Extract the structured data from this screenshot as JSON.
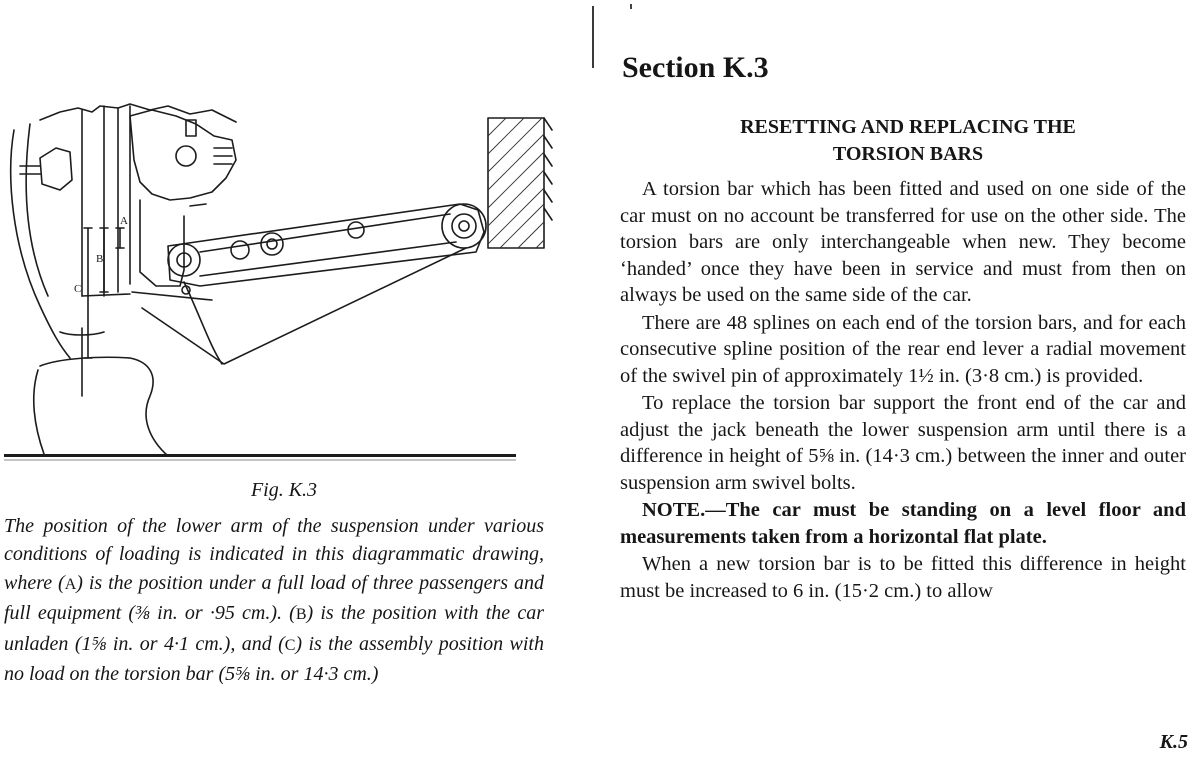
{
  "figure": {
    "label": "Fig. K.3",
    "markers": {
      "a": "A",
      "b": "B",
      "c": "C"
    }
  },
  "caption": {
    "p1": "The position of the lower arm of the suspension under various conditions of loading is indicated in this diagrammatic drawing, where (",
    "a": "A",
    "p2": ") is the position under a full load of three passengers and full equipment (⅜ in. or ·95 cm.). (",
    "b": "B",
    "p3": ") is the position with the car unladen (1⅝ in. or 4·1 cm.), and (",
    "c": "C",
    "p4": ") is the assembly position with no load on the torsion bar (5⅝ in. or 14·3 cm.)"
  },
  "section": {
    "title": "Section K.3",
    "heading_line1": "RESETTING AND REPLACING THE",
    "heading_line2": "TORSION BARS"
  },
  "body": {
    "para1": "A torsion bar which has been fitted and used on one side of the car must on no account be transferred for use on the other side. The torsion bars are only interchangeable when new. They become ‘handed’ once they have been in service and must from then on always be used on the same side of the car.",
    "para2": "There are 48 splines on each end of the torsion bars, and for each consecutive spline position of the rear end lever a radial movement of the swivel pin of approximately 1½ in. (3·8 cm.) is provided.",
    "para3": "To replace the torsion bar support the front end of the car and adjust the jack beneath the lower suspension arm until there is a difference in height of 5⅝ in. (14·3 cm.) between the inner and outer suspension arm swivel bolts.",
    "note": "NOTE.—The car must be standing on a level floor and measurements taken from a horizontal flat plate.",
    "para4": "When a new torsion bar is to be fitted this difference in height must be increased to 6 in. (15·2 cm.) to allow"
  },
  "page_number": "K.5"
}
